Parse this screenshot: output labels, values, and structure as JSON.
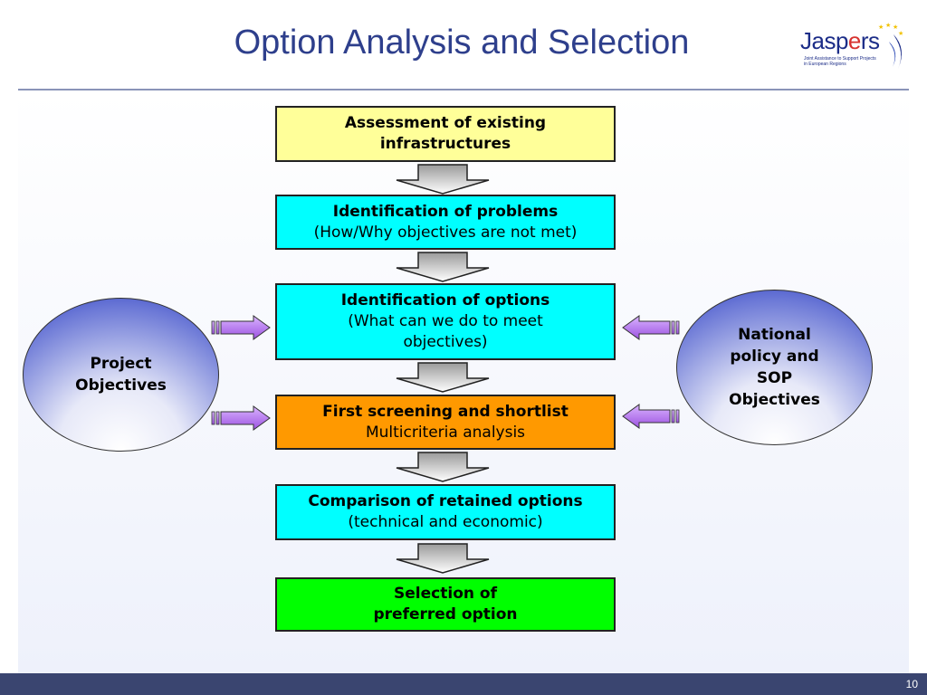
{
  "title": "Option Analysis and Selection",
  "logo": {
    "name": "Jaspers",
    "tagline": "Joint Assistance to Support Projects in European Regions",
    "colors": {
      "text": "#1c2d88",
      "accent": "#d7322f",
      "stars": "#f2c200"
    }
  },
  "flow": [
    {
      "bold": "Assessment of existing infrastructures",
      "normal": "",
      "color": "#ffff99"
    },
    {
      "bold": "Identification of problems",
      "normal": "(How/Why objectives are not met)",
      "color": "#00ffff"
    },
    {
      "bold": "Identification of options",
      "normal": "(What can we do to meet objectives)",
      "color": "#00ffff"
    },
    {
      "bold": "First screening and shortlist",
      "normal": "Multicriteria analysis",
      "color": "#ff9900"
    },
    {
      "bold": "Comparison of retained options",
      "normal": "(technical and economic)",
      "color": "#00ffff"
    },
    {
      "bold": "Selection of preferred option",
      "normal": "",
      "color": "#00ff00"
    }
  ],
  "left_circle": {
    "label": "Project Objectives"
  },
  "right_circle": {
    "label": "National policy and SOP Objectives"
  },
  "page_number": "10"
}
